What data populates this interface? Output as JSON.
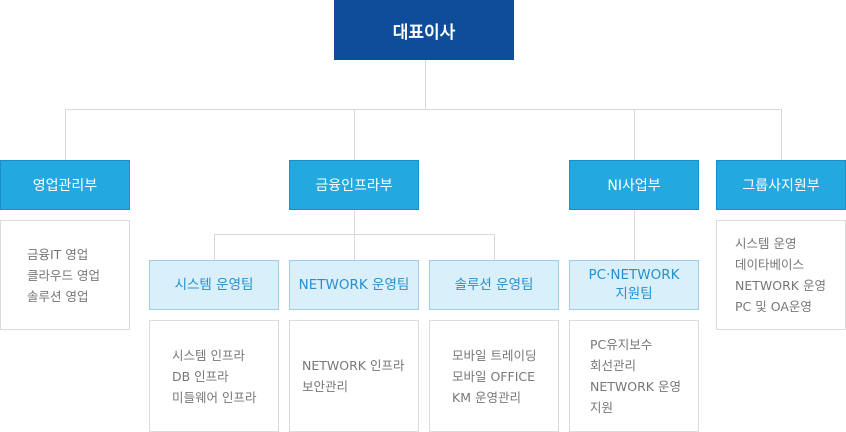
{
  "ceo": {
    "label": "대표이사"
  },
  "departments": [
    {
      "label": "영업관리부",
      "details": [
        "금융IT 영업",
        "클라우드 영업",
        "솔루션 영업"
      ]
    },
    {
      "label": "금융인프라부"
    },
    {
      "label": "NI사업부"
    },
    {
      "label": "그룹사지원부",
      "details": [
        "시스템 운영",
        "데이타베이스",
        "NETWORK 운영",
        "PC 및 OA운영"
      ]
    }
  ],
  "teams": [
    {
      "label": "시스템 운영팀",
      "details": [
        "시스템 인프라",
        "DB 인프라",
        "미들웨어 인프라"
      ]
    },
    {
      "label": "NETWORK 운영팀",
      "details": [
        "NETWORK 인프라",
        "보안관리"
      ]
    },
    {
      "label": "솔루션 운영팀",
      "details": [
        "모바일 트레이딩",
        "모바일 OFFICE",
        "KM 운영관리"
      ]
    },
    {
      "label_line1": "PC·NETWORK",
      "label_line2": "지원팀",
      "details": [
        "PC유지보수",
        "회선관리",
        "NETWORK 운영",
        "지원"
      ]
    }
  ],
  "colors": {
    "ceo": "#0f4c9a",
    "department": "#24a8e0",
    "team_bg": "#d9eff9",
    "team_text": "#2591cf",
    "connector": "#d9d9d9"
  }
}
